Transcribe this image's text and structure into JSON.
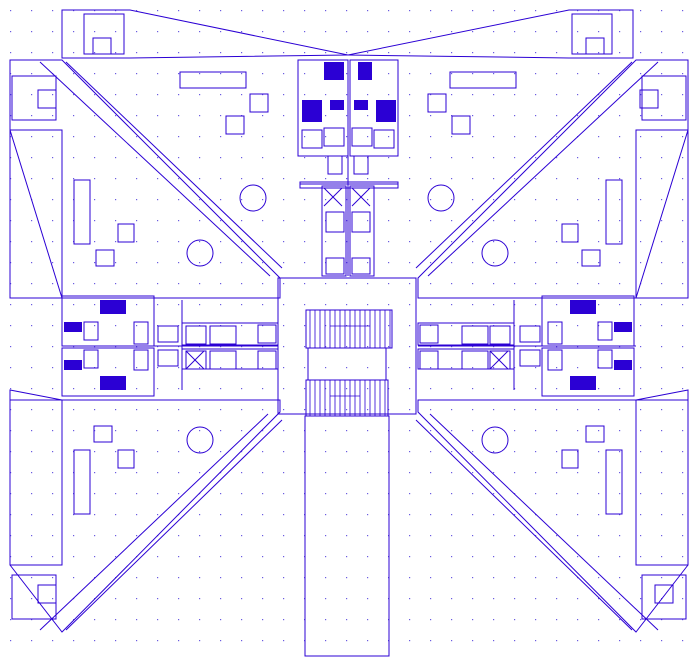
{
  "drawing": {
    "kind": "architectural floor plan",
    "colors": {
      "line": "#2b00d4",
      "fill": "#2b00d4",
      "grid_dot": "#6a5be0",
      "background": "#ffffff"
    },
    "wings": [
      "north-west",
      "north-east",
      "south-west",
      "south-east"
    ],
    "core": [
      "stair-upper",
      "stair-lower",
      "corridor-south"
    ]
  }
}
